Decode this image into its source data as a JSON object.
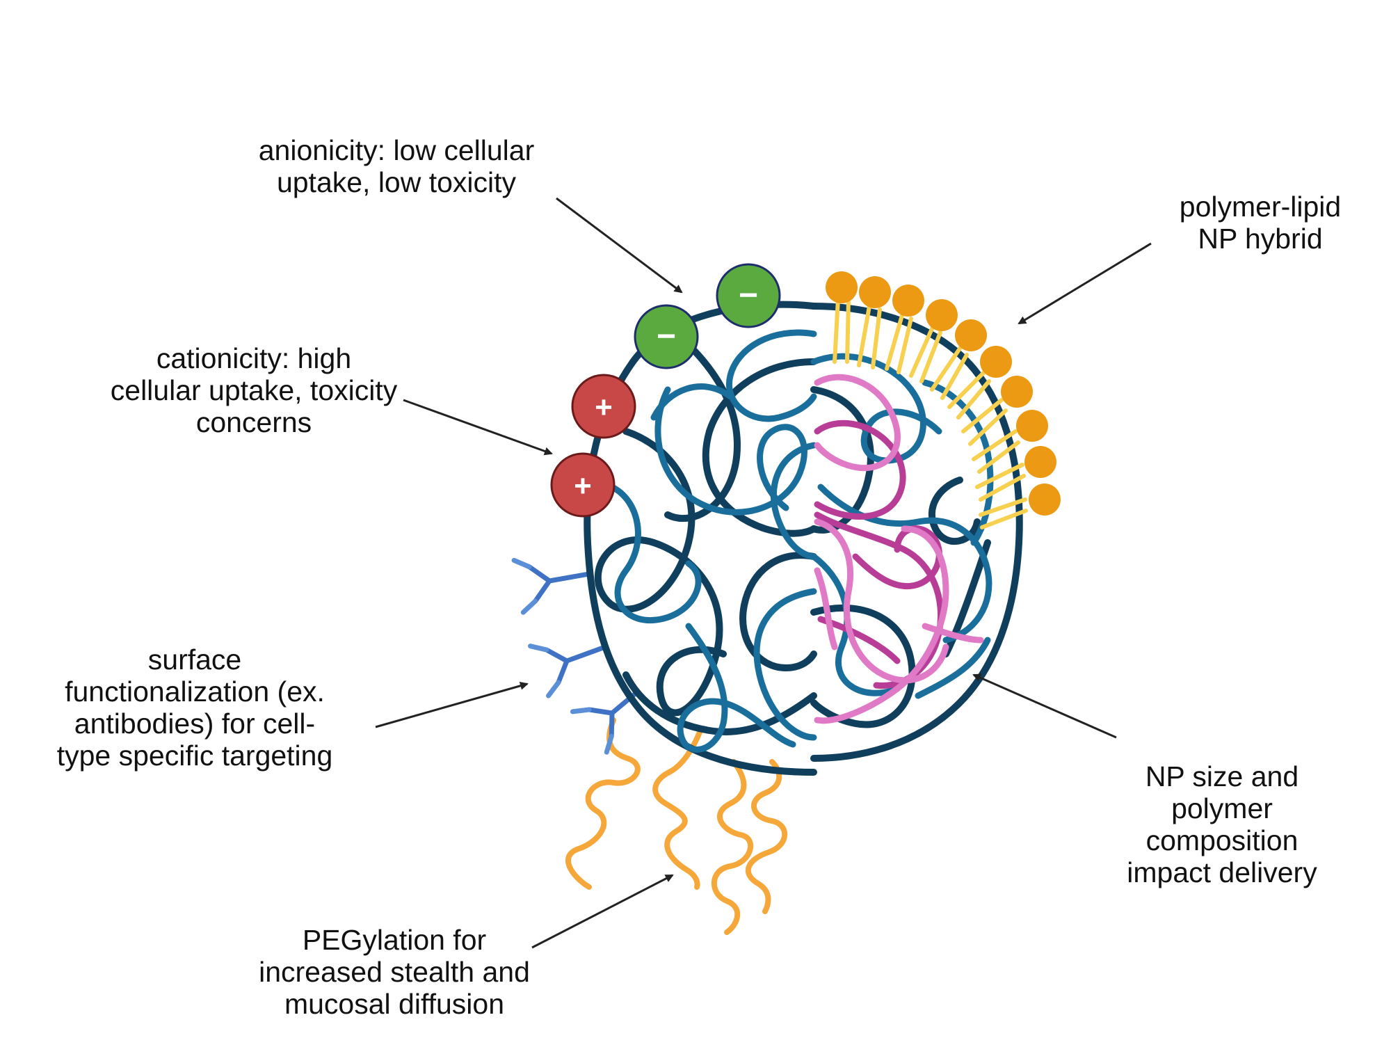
{
  "labels": {
    "anionicity": [
      "anionicity: low cellular",
      "uptake, low toxicity"
    ],
    "cationicity": [
      "cationicity: high",
      "cellular uptake, toxicity",
      "concerns"
    ],
    "surface": [
      "surface",
      "functionalization (ex.",
      "antibodies) for cell-",
      "type specific targeting"
    ],
    "peg": [
      "PEGylation for",
      "increased stealth and",
      "mucosal diffusion"
    ],
    "hybrid": [
      "polymer-lipid",
      "NP hybrid"
    ],
    "size": [
      "NP size and",
      "polymer",
      "composition",
      "impact delivery"
    ]
  },
  "charges": {
    "negative": "−",
    "positive": "+"
  },
  "colors": {
    "polymer_dark": "#0f3f5c",
    "polymer_blue": "#1a6e9c",
    "polymer_magenta": "#b83d96",
    "polymer_pink": "#e07ac6",
    "anion_fill": "#5aaa3f",
    "cation_fill": "#c84848",
    "lipid_head": "#ec9a14",
    "lipid_tail": "#f7d04f",
    "peg": "#f5a73a",
    "antibody": "#3f72c4",
    "arrow": "#222222"
  }
}
